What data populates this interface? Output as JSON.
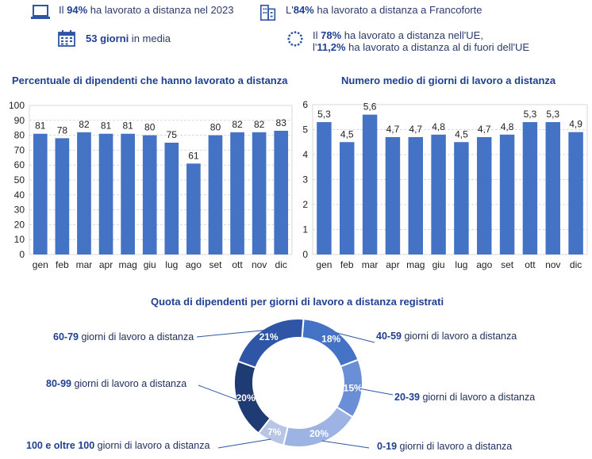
{
  "kpis": {
    "remote_2023": {
      "pre": "Il ",
      "value": "94%",
      "post": " ha lavorato a distanza nel 2023",
      "icon": "laptop-icon"
    },
    "frankfurt": {
      "pre": "L'",
      "value": "84%",
      "post": " ha lavorato  a distanza a Francoforte",
      "icon": "building-icon"
    },
    "days": {
      "pre": "",
      "value": "53 giorni",
      "post": " in media",
      "icon": "calendar-icon"
    },
    "eu": {
      "line1_pre": "Il ",
      "line1_value": "78%",
      "line1_post": " ha lavorato a distanza nell'UE,",
      "line2_pre": "l'",
      "line2_value": "11,2%",
      "line2_post": " ha lavorato  a distanza al di fuori dell'UE",
      "icon": "eu-stars-icon"
    }
  },
  "colors": {
    "bar": "#4472c4",
    "grid": "#d9d9d9",
    "title": "#1f3f8f",
    "donut": [
      "#4472c4",
      "#6b8fd6",
      "#9db3e4",
      "#b8c6e6",
      "#1f3b73",
      "#2f56a6"
    ]
  },
  "chart_data": [
    {
      "type": "bar",
      "title": "Percentuale di dipendenti che hanno lavorato a distanza",
      "categories": [
        "gen",
        "feb",
        "mar",
        "apr",
        "mag",
        "giu",
        "lug",
        "ago",
        "set",
        "ott",
        "nov",
        "dic"
      ],
      "values": [
        81,
        78,
        82,
        81,
        81,
        80,
        75,
        61,
        80,
        82,
        82,
        83
      ],
      "labels": [
        "81",
        "78",
        "82",
        "81",
        "81",
        "80",
        "75",
        "61",
        "80",
        "82",
        "82",
        "83"
      ],
      "ylim": [
        0,
        100
      ],
      "yticks": [
        0,
        10,
        20,
        30,
        40,
        50,
        60,
        70,
        80,
        90,
        100
      ],
      "ytick_labels": [
        "0",
        "10",
        "20",
        "30",
        "40",
        "50",
        "60",
        "70",
        "80",
        "90",
        "100"
      ],
      "grid": true
    },
    {
      "type": "bar",
      "title": "Numero medio di giorni di lavoro a distanza",
      "categories": [
        "gen",
        "feb",
        "mar",
        "apr",
        "mag",
        "giu",
        "lug",
        "ago",
        "set",
        "ott",
        "nov",
        "dic"
      ],
      "values": [
        5.3,
        4.5,
        5.6,
        4.7,
        4.7,
        4.8,
        4.5,
        4.7,
        4.8,
        5.3,
        5.3,
        4.9
      ],
      "labels": [
        "5,3",
        "4,5",
        "5,6",
        "4,7",
        "4,7",
        "4,8",
        "4,5",
        "4,7",
        "4,8",
        "5,3",
        "5,3",
        "4,9"
      ],
      "ylim": [
        0,
        6
      ],
      "yticks": [
        0,
        1,
        2,
        3,
        4,
        5,
        6
      ],
      "ytick_labels": [
        "0",
        "1",
        "2",
        "3",
        "4",
        "5",
        "6"
      ],
      "grid": true
    },
    {
      "type": "pie",
      "title": "Quota di dipendenti per giorni di lavoro a distanza registrati",
      "slices": [
        {
          "bold": "40-59",
          "name": " giorni di lavoro  a distanza",
          "value": 18,
          "label": "18%"
        },
        {
          "bold": "20-39",
          "name": " giorni di lavoro  a distanza",
          "value": 15,
          "label": "15%"
        },
        {
          "bold": "0-19",
          "name": " giorni di lavoro  a distanza",
          "value": 20,
          "label": "20%"
        },
        {
          "bold": "100 e oltre 100",
          "name": " giorni di lavoro a distanza",
          "value": 7,
          "label": "7%"
        },
        {
          "bold": "80-99",
          "name": " giorni di lavoro  a distanza",
          "value": 20,
          "label": "20%"
        },
        {
          "bold": "60-79",
          "name": " giorni di lavoro  a distanza",
          "value": 21,
          "label": "21%"
        }
      ]
    }
  ]
}
